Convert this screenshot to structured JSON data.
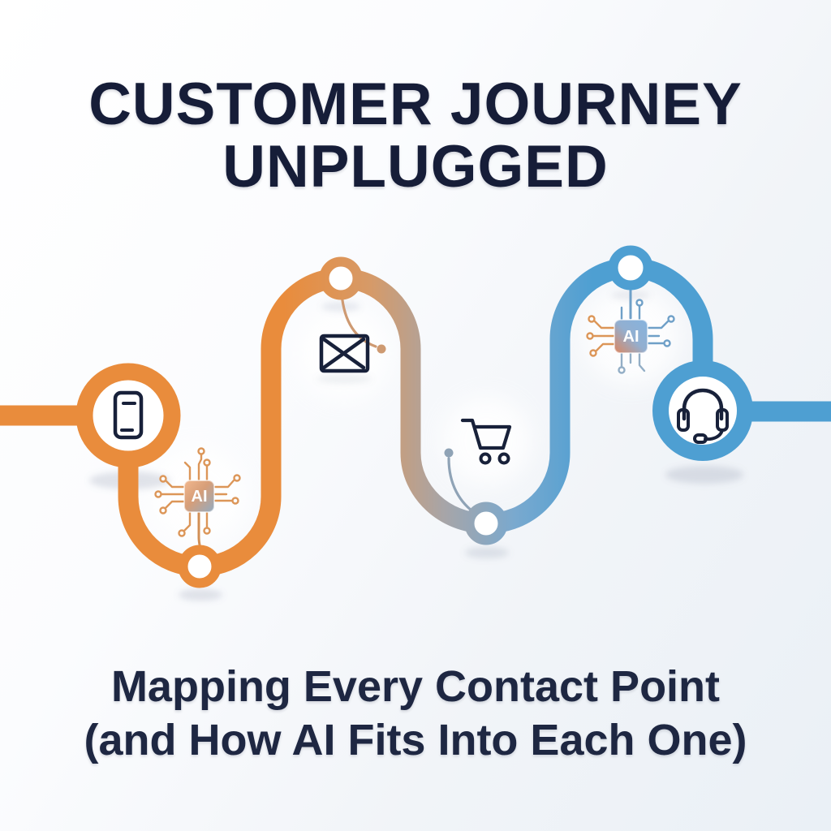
{
  "title": {
    "line1": "CUSTOMER JOURNEY",
    "line2": "UNPLUGGED"
  },
  "subtitle": {
    "line1": "Mapping Every Contact Point",
    "line2": "(and How AI Fits Into Each One)"
  },
  "journey": {
    "stages": [
      {
        "name": "mobile",
        "icon": "smartphone-icon"
      },
      {
        "name": "ai-assist-1",
        "icon": "ai-chip-icon",
        "label": "AI"
      },
      {
        "name": "email",
        "icon": "email-envelope-icon"
      },
      {
        "name": "purchase",
        "icon": "shopping-cart-icon"
      },
      {
        "name": "ai-assist-2",
        "icon": "ai-chip-icon",
        "label": "AI"
      },
      {
        "name": "support",
        "icon": "headset-icon"
      }
    ],
    "colors": {
      "path_start": "#E98C3C",
      "path_mid": "#A7A5A8",
      "path_end": "#4E9FD2",
      "icon_stroke": "#18213A",
      "title_text": "#161D38",
      "background_top": "#FFFFFF",
      "background_bottom": "#EBF0F6"
    }
  }
}
